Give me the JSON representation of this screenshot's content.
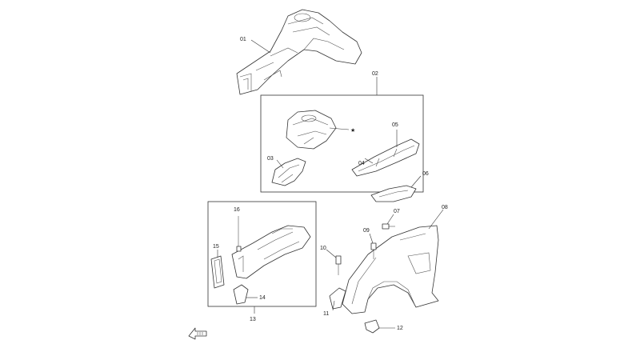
{
  "callouts": {
    "c01": "01",
    "c02": "02",
    "c03": "03",
    "c04": "04",
    "c05": "05",
    "c06": "06",
    "c07": "07",
    "c08": "08",
    "c09": "09",
    "c10": "10",
    "c11": "11",
    "c12": "12",
    "c13": "13",
    "c14": "14",
    "c15": "15",
    "c16": "16"
  },
  "symbols": {
    "star": "★",
    "front_arrow": "front-arrow-icon"
  },
  "colors": {
    "line": "#333333",
    "background": "#ffffff"
  }
}
